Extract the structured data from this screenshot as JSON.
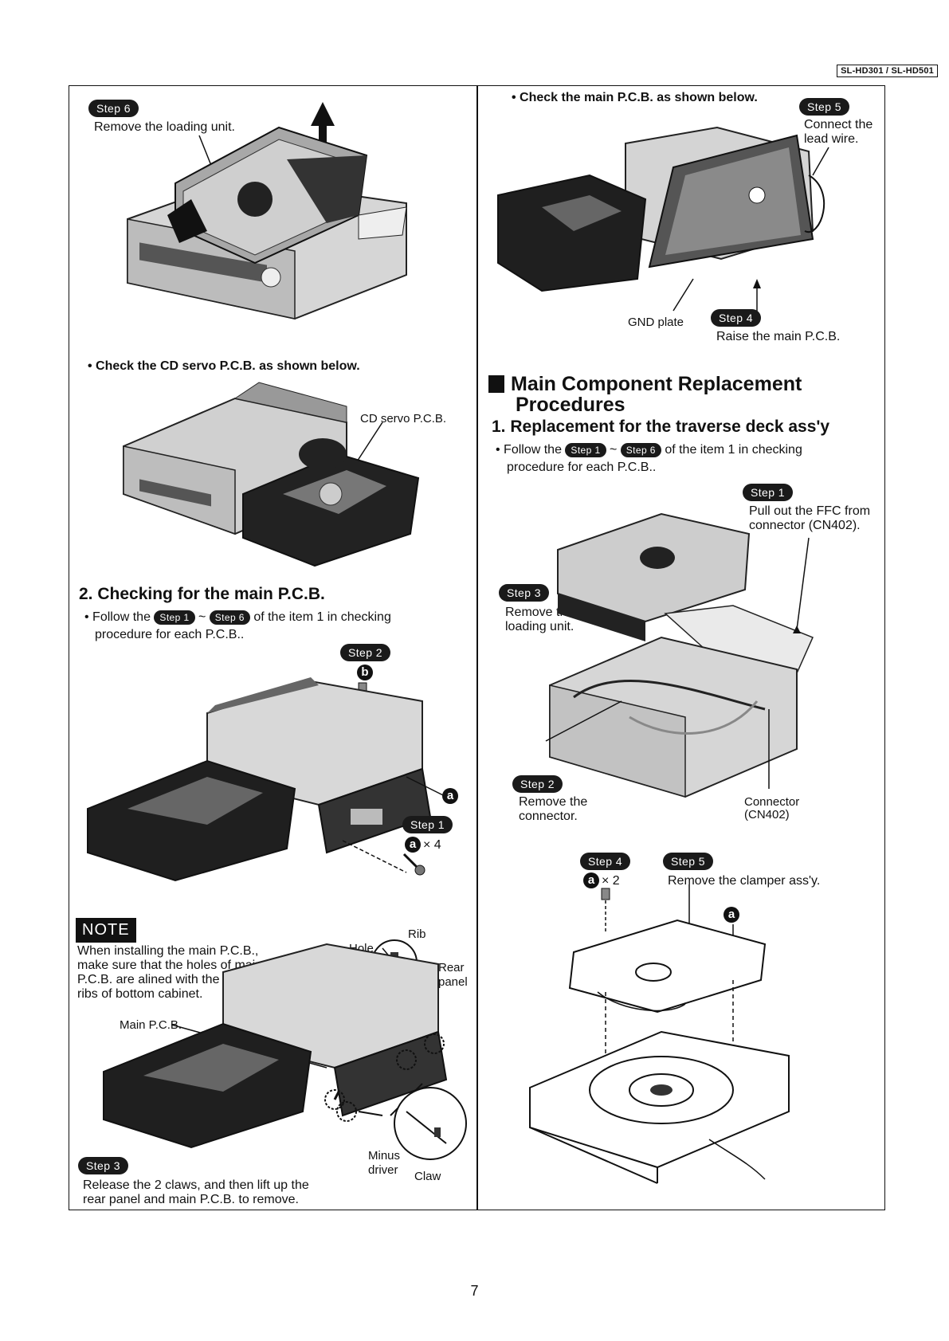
{
  "header": {
    "model": "SL-HD301 / SL-HD501"
  },
  "left": {
    "step6": {
      "badge": "Step 6",
      "text": "Remove the loading unit."
    },
    "cd_servo_note": "• Check the CD servo P.C.B. as shown below.",
    "cd_servo_label": "CD servo P.C.B.",
    "section2": {
      "title": "2. Checking for the main P.C.B.",
      "bullet_prefix": "• Follow the",
      "step_a": "Step 1",
      "tilde": "~",
      "step_b": "Step 6",
      "bullet_suffix": "of the item 1 in checking",
      "bullet_line2": "procedure for each P.C.B.."
    },
    "step2": {
      "badge": "Step 2",
      "screw": "b"
    },
    "screw_a": "a",
    "step1": {
      "badge": "Step 1",
      "screw": "a",
      "count": "× 4"
    },
    "note": {
      "badge": "NOTE",
      "lines": [
        "When installing the main P.C.B.,",
        "make sure that the holes of main",
        "P.C.B. are alined with the",
        "ribs of bottom cabinet."
      ],
      "main_pcb": "Main P.C.B.",
      "hole": "Hole",
      "rib": "Rib",
      "rear_panel": [
        "Rear",
        "panel"
      ],
      "minus_driver": [
        "Minus",
        "driver"
      ],
      "claw": "Claw"
    },
    "step3": {
      "badge": "Step 3",
      "lines": [
        "Release the 2 claws, and then lift up the",
        "rear panel and main P.C.B. to remove."
      ]
    }
  },
  "right": {
    "main_pcb_note": "• Check the main P.C.B. as shown below.",
    "step5": {
      "badge": "Step 5",
      "lines": [
        "Connect the",
        "lead wire."
      ]
    },
    "gnd_plate": "GND plate",
    "step4": {
      "badge": "Step 4",
      "text": "Raise the main P.C.B."
    },
    "main_heading": [
      "Main Component Replacement",
      "Procedures"
    ],
    "section1": {
      "title": "1. Replacement for the traverse deck ass'y",
      "bullet_prefix": "• Follow the",
      "step_a": "Step 1",
      "tilde": "~",
      "step_b": "Step 6",
      "bullet_suffix": "of the item 1 in checking",
      "bullet_line2": "procedure for each P.C.B.."
    },
    "r_step1": {
      "badge": "Step 1",
      "lines": [
        "Pull out the FFC from",
        "connector (CN402)."
      ]
    },
    "r_step3": {
      "badge": "Step 3",
      "lines": [
        "Remove the",
        "loading unit."
      ]
    },
    "r_step2": {
      "badge": "Step 2",
      "lines": [
        "Remove the",
        "connector."
      ]
    },
    "connector": [
      "Connector",
      "(CN402)"
    ],
    "r_step4": {
      "badge": "Step 4",
      "screw": "a",
      "count": "× 2"
    },
    "r_step5": {
      "badge": "Step 5",
      "text": "Remove the clamper ass'y."
    },
    "r_screw_a": "a"
  },
  "footer": {
    "page": "7"
  }
}
